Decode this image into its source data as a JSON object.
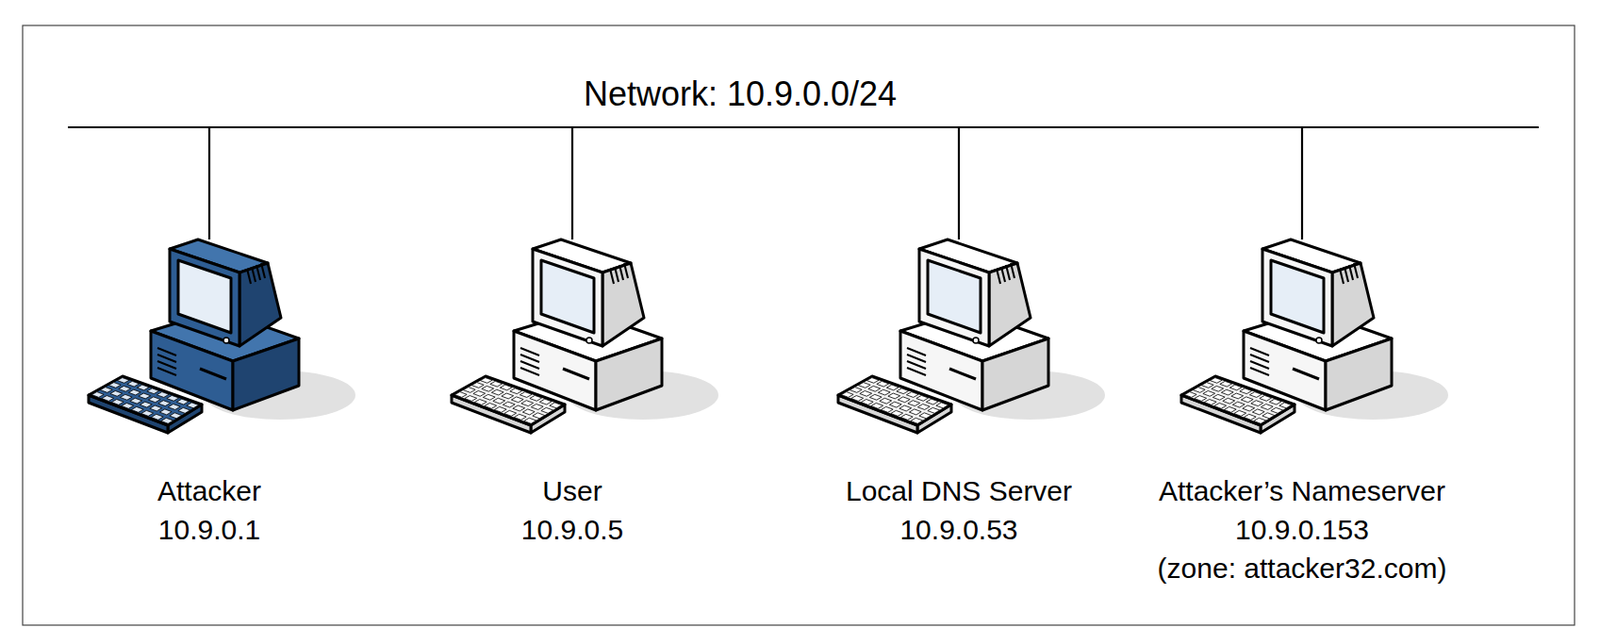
{
  "diagram": {
    "title": "Network: 10.9.0.0/24",
    "nodes": [
      {
        "text": [
          "Attacker",
          "10.9.0.1"
        ]
      },
      {
        "text": [
          "User",
          "10.9.0.5"
        ]
      },
      {
        "text": [
          "Local DNS Server",
          "10.9.0.53"
        ]
      },
      {
        "text": [
          "Attacker’s Nameserver",
          "10.9.0.153",
          "(zone: attacker32.com)"
        ]
      }
    ]
  }
}
